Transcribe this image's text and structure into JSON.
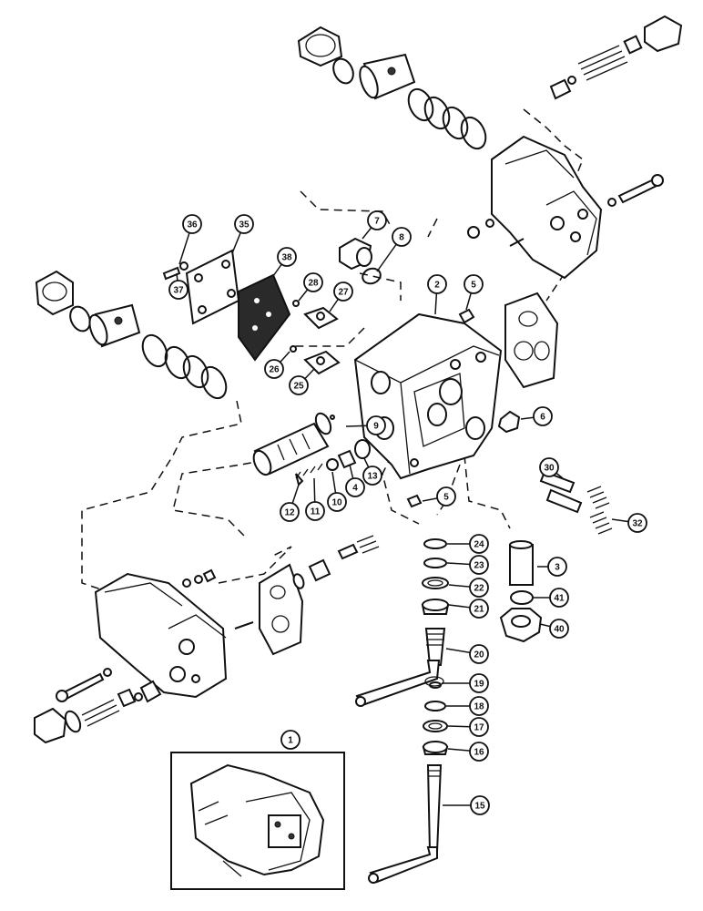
{
  "diagram": {
    "callouts": [
      {
        "id": "c1",
        "label": "1"
      },
      {
        "id": "c2",
        "label": "2"
      },
      {
        "id": "c3",
        "label": "3"
      },
      {
        "id": "c4",
        "label": "4"
      },
      {
        "id": "c5a",
        "label": "5"
      },
      {
        "id": "c5b",
        "label": "5"
      },
      {
        "id": "c6",
        "label": "6"
      },
      {
        "id": "c7",
        "label": "7"
      },
      {
        "id": "c8",
        "label": "8"
      },
      {
        "id": "c9",
        "label": "9"
      },
      {
        "id": "c10",
        "label": "10"
      },
      {
        "id": "c11",
        "label": "11"
      },
      {
        "id": "c12",
        "label": "12"
      },
      {
        "id": "c13",
        "label": "13"
      },
      {
        "id": "c15",
        "label": "15"
      },
      {
        "id": "c16",
        "label": "16"
      },
      {
        "id": "c17",
        "label": "17"
      },
      {
        "id": "c18",
        "label": "18"
      },
      {
        "id": "c19",
        "label": "19"
      },
      {
        "id": "c20",
        "label": "20"
      },
      {
        "id": "c21",
        "label": "21"
      },
      {
        "id": "c22",
        "label": "22"
      },
      {
        "id": "c23",
        "label": "23"
      },
      {
        "id": "c24",
        "label": "24"
      },
      {
        "id": "c25",
        "label": "25"
      },
      {
        "id": "c26",
        "label": "26"
      },
      {
        "id": "c27",
        "label": "27"
      },
      {
        "id": "c28",
        "label": "28"
      },
      {
        "id": "c30",
        "label": "30"
      },
      {
        "id": "c32",
        "label": "32"
      },
      {
        "id": "c35",
        "label": "35"
      },
      {
        "id": "c36",
        "label": "36"
      },
      {
        "id": "c37",
        "label": "37"
      },
      {
        "id": "c38",
        "label": "38"
      },
      {
        "id": "c40",
        "label": "40"
      },
      {
        "id": "c41",
        "label": "41"
      }
    ]
  }
}
